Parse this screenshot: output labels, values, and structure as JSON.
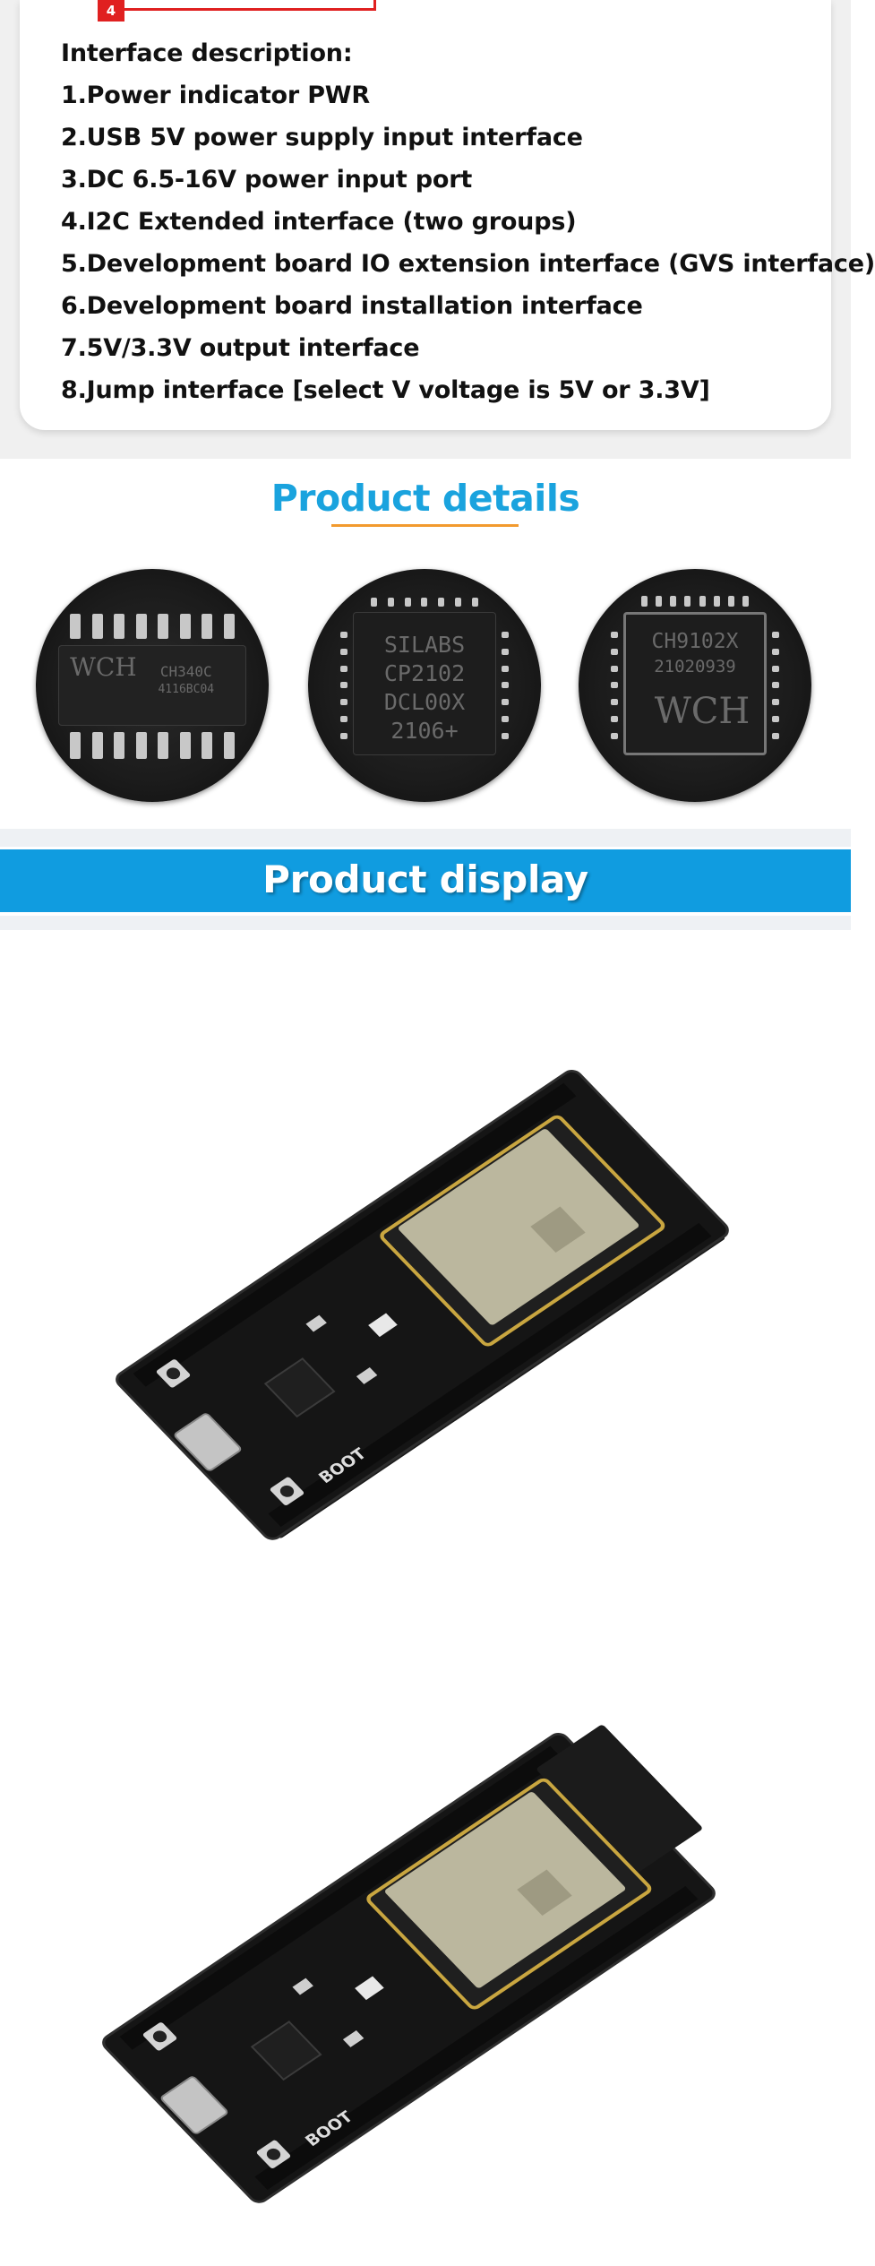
{
  "interface": {
    "callout_number": "4",
    "title": "Interface description:",
    "items": [
      "1.Power indicator PWR",
      "2.USB 5V power supply input interface",
      "3.DC 6.5-16V power input port",
      "4.I2C Extended interface (two groups)",
      "5.Development board IO extension interface (GVS interface)",
      "6.Development board installation interface",
      "7.5V/3.3V output interface",
      "8.Jump interface [select V voltage is 5V or 3.3V]"
    ]
  },
  "details": {
    "title": "Product details",
    "chips": [
      {
        "lines": [
          "CH340C",
          "4116BC04"
        ],
        "logo": "WCH"
      },
      {
        "lines": [
          "SILABS",
          "CP2102",
          "DCL00X",
          "2106+"
        ]
      },
      {
        "lines": [
          "CH9102X",
          "21020939"
        ],
        "logo": "WCH"
      }
    ]
  },
  "display": {
    "title": "Product display",
    "board_label": "BOOT"
  },
  "colors": {
    "accent_blue": "#109ce0",
    "title_blue": "#1aa3de",
    "underline_orange": "#f29a2e",
    "callout_red": "#e02020"
  }
}
